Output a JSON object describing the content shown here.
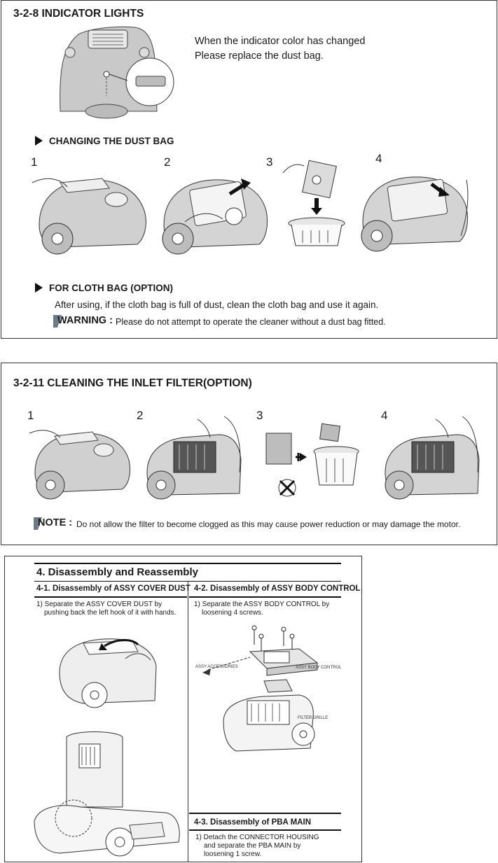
{
  "indicator": {
    "heading": "3-2-8  INDICATOR LIGHTS",
    "line1": "When the indicator color has changed",
    "line2": "Please replace the dust bag."
  },
  "dustbag": {
    "heading": "CHANGING THE DUST BAG",
    "steps": [
      "1",
      "2",
      "3",
      "4"
    ]
  },
  "clothbag": {
    "heading": "FOR CLOTH BAG (OPTION)",
    "text": "After using, if the cloth bag is full of dust, clean the cloth bag and use it again.",
    "warning_label": "WARNING :",
    "warning_text": "Please do not attempt to operate the cleaner without a dust bag fitted."
  },
  "inlet": {
    "heading": "3-2-11  CLEANING THE INLET FILTER(OPTION)",
    "steps": [
      "1",
      "2",
      "3",
      "4"
    ],
    "note_label": "NOTE :",
    "note_text": "Do not allow the filter to become clogged as this may cause power reduction or may damage the motor."
  },
  "disassembly": {
    "title": "4. Disassembly and Reassembly",
    "s41_title": "4-1. Disassembly of ASSY COVER DUST",
    "s41_line1": "1) Separate the ASSY COVER DUST by",
    "s41_line2": "pushing back the left hook of it with hands.",
    "s42_title": "4-2. Disassembly of ASSY BODY CONTROL",
    "s42_line1": "1) Separate the ASSY  BODY CONTROL by",
    "s42_line2": "loosening 4 screws.",
    "callout_acc": "ASSY ACCESSORIES",
    "callout_body": "ASSY BODY CONTROL",
    "callout_grille": "FILTER GRILLE",
    "s43_title": "4-3. Disassembly of PBA MAIN",
    "s43_line1": "1)  Detach the CONNECTOR HOUSING",
    "s43_line2": "and separate the PBA MAIN by",
    "s43_line3": "loosening 1 screw."
  }
}
